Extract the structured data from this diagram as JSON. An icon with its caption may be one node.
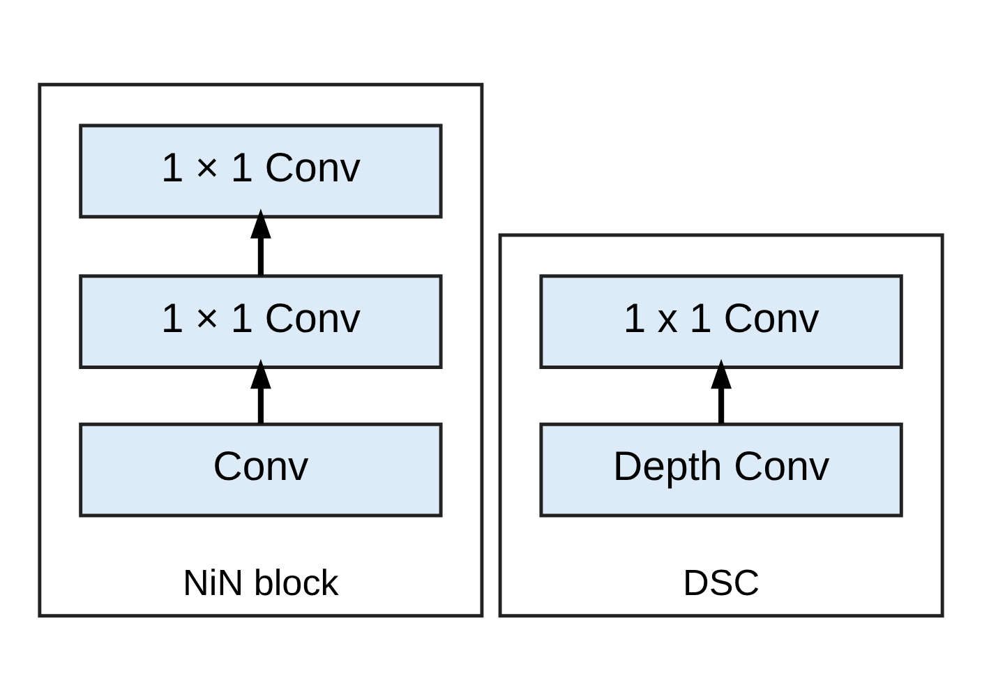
{
  "diagram": {
    "nodes": [
      {
        "text": [
          "NiN block"
        ]
      },
      {
        "text": [
          "1 × 1 Conv"
        ],
        "in": 0
      },
      {
        "text": [
          "1 × 1 Conv"
        ],
        "in": 0
      },
      {
        "text": [
          "Conv"
        ],
        "in": 0
      },
      {
        "text": [
          "DSC"
        ]
      },
      {
        "text": [
          "1 x 1 Conv"
        ],
        "in": 4
      },
      {
        "text": [
          "Depth Conv"
        ],
        "in": 4
      }
    ],
    "edges": [
      {
        "from": 3,
        "to": 2,
        "arrow": "to"
      },
      {
        "from": 2,
        "to": 1,
        "arrow": "to"
      },
      {
        "from": 6,
        "to": 5,
        "arrow": "to"
      }
    ]
  }
}
